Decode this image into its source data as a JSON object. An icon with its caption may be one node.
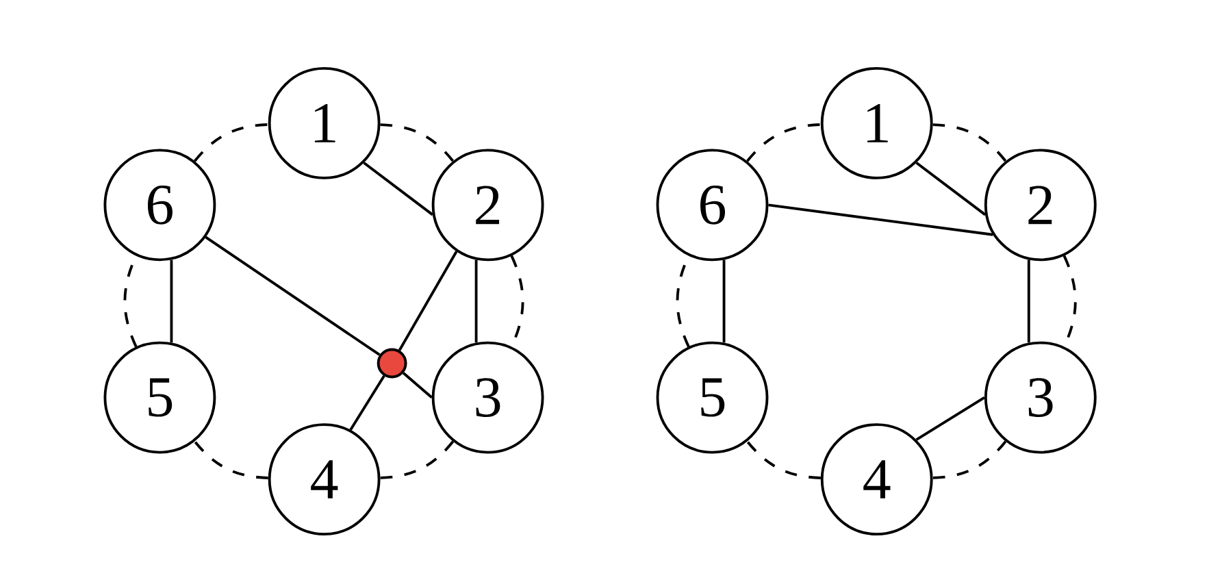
{
  "diagram": {
    "nodes": [
      {
        "text": [
          "1"
        ]
      },
      {
        "text": [
          "2"
        ]
      },
      {
        "text": [
          "3"
        ]
      },
      {
        "text": [
          "4"
        ]
      },
      {
        "text": [
          "5"
        ]
      },
      {
        "text": [
          "6"
        ]
      },
      {
        "text": [],
        "shape": "circle"
      },
      {
        "text": [
          "1"
        ]
      },
      {
        "text": [
          "2"
        ]
      },
      {
        "text": [
          "3"
        ]
      },
      {
        "text": [
          "4"
        ]
      },
      {
        "text": [
          "5"
        ]
      },
      {
        "text": [
          "6"
        ]
      }
    ],
    "edges": [
      {
        "from": 0,
        "to": 1,
        "arrow": "none"
      },
      {
        "from": 5,
        "to": 4,
        "arrow": "none"
      },
      {
        "from": 1,
        "to": 2,
        "arrow": "none"
      },
      {
        "from": 5,
        "to": 6,
        "arrow": "none"
      },
      {
        "from": 6,
        "to": 2,
        "arrow": "none"
      },
      {
        "from": 1,
        "to": 6,
        "arrow": "none"
      },
      {
        "from": 6,
        "to": 3,
        "arrow": "none"
      },
      {
        "from": 0,
        "to": 1,
        "arrow": "none",
        "style": "dashed"
      },
      {
        "from": 1,
        "to": 2,
        "arrow": "none",
        "style": "dashed"
      },
      {
        "from": 2,
        "to": 3,
        "arrow": "none",
        "style": "dashed"
      },
      {
        "from": 3,
        "to": 4,
        "arrow": "none",
        "style": "dashed"
      },
      {
        "from": 4,
        "to": 5,
        "arrow": "none",
        "style": "dashed"
      },
      {
        "from": 5,
        "to": 0,
        "arrow": "none",
        "style": "dashed"
      },
      {
        "from": 7,
        "to": 8,
        "arrow": "none"
      },
      {
        "from": 12,
        "to": 8,
        "arrow": "none"
      },
      {
        "from": 12,
        "to": 11,
        "arrow": "none"
      },
      {
        "from": 8,
        "to": 9,
        "arrow": "none"
      },
      {
        "from": 9,
        "to": 10,
        "arrow": "none"
      },
      {
        "from": 7,
        "to": 8,
        "arrow": "none",
        "style": "dashed"
      },
      {
        "from": 8,
        "to": 9,
        "arrow": "none",
        "style": "dashed"
      },
      {
        "from": 9,
        "to": 10,
        "arrow": "none",
        "style": "dashed"
      },
      {
        "from": 10,
        "to": 11,
        "arrow": "none",
        "style": "dashed"
      },
      {
        "from": 11,
        "to": 12,
        "arrow": "none",
        "style": "dashed"
      },
      {
        "from": 12,
        "to": 7,
        "arrow": "none",
        "style": "dashed"
      }
    ]
  }
}
